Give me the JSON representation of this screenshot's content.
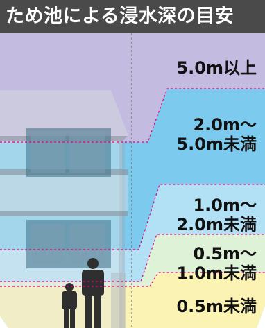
{
  "title": "ため池による浸水深の目安",
  "colors": {
    "title_bg": "#4b4a4a",
    "depth_5m_plus": "#c3bce0",
    "depth_2_5m": "#7ccbee",
    "depth_1_2m": "#b2e1f6",
    "depth_05_1m": "#def2d8",
    "depth_under_05m": "#fbf3b4",
    "boundary_line": "#e4007f"
  },
  "bands": [
    {
      "line1": "5.0m以上",
      "line2": ""
    },
    {
      "line1": "2.0m～",
      "line2": "5.0m未満"
    },
    {
      "line1": "1.0m～",
      "line2": "2.0m未満"
    },
    {
      "line1": "0.5m～",
      "line2": "1.0m未満"
    },
    {
      "line1": "0.5m未満",
      "line2": ""
    }
  ],
  "icons": [
    "house-icon",
    "adult-person-icon",
    "child-person-icon"
  ]
}
